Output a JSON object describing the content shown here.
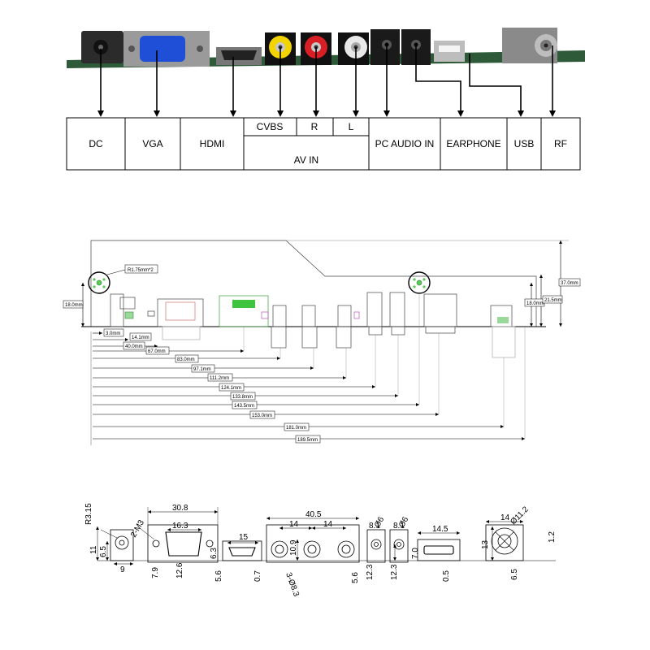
{
  "connector_labels": {
    "dc": "DC",
    "vga": "VGA",
    "hdmi": "HDMI",
    "cvbs": "CVBS",
    "r": "R",
    "l": "L",
    "av_in": "AV IN",
    "pc_audio_in": "PC AUDIO IN",
    "earphone": "EARPHONE",
    "usb": "USB",
    "rf": "RF"
  },
  "board_layout": {
    "hole_radius": "R1.75mm*2",
    "height_left": "18.0mm",
    "height_right": "18.0mm",
    "height_mid": "21.5mm",
    "height_total": "37.0mm",
    "offsets": [
      "3.0mm",
      "14.1mm",
      "40.0mm",
      "67.0mm",
      "83.0mm",
      "97.1mm",
      "111.2mm",
      "124.1mm",
      "133.8mm",
      "143.5mm",
      "153.0mm",
      "181.0mm",
      "189.5mm"
    ]
  },
  "connector_dimensions": {
    "dc": {
      "radius": "R3.15",
      "height": "11",
      "sub": "6.5",
      "width": "9"
    },
    "vga": {
      "holes": "2-M3",
      "outer_width": "30.8",
      "inner_width": "16.3",
      "left": "7.9",
      "inner_height": "12.6",
      "right": "6.3"
    },
    "hdmi": {
      "width": "15",
      "left": "5.6",
      "bottom": "0.7"
    },
    "rca": {
      "outer_width": "40.5",
      "pitch_a": "14",
      "pitch_b": "14",
      "height": "10.9",
      "holes": "3-Ø8.3",
      "right": "5.6"
    },
    "audio1": {
      "left": "8.1",
      "dia": "Ø6",
      "bottom": "12.3"
    },
    "audio2": {
      "left": "8.1",
      "dia": "Ø6",
      "height": "7.0",
      "bottom": "12.3"
    },
    "usb": {
      "width": "14.5",
      "bottom": "0.5"
    },
    "rf": {
      "width": "14",
      "dia": "Ø11.2",
      "height": "13",
      "bottom": "6.5",
      "right": "1.2"
    }
  }
}
